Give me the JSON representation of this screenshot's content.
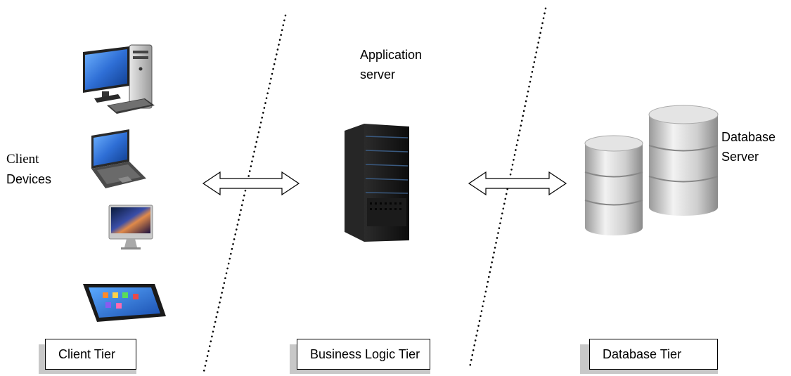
{
  "diagram": {
    "client": {
      "label_line1": "Client",
      "label_line2": "Devices",
      "devices": [
        {
          "icon": "desktop-computer-icon"
        },
        {
          "icon": "laptop-icon"
        },
        {
          "icon": "imac-icon"
        },
        {
          "icon": "tablet-icon"
        }
      ],
      "tier_label": "Client Tier"
    },
    "business": {
      "label_line1": "Application",
      "label_line2": "server",
      "icon": "server-tower-icon",
      "tier_label": "Business Logic Tier"
    },
    "database": {
      "label_line1": "Database",
      "label_line2": "Server",
      "icon": "database-cylinders-icon",
      "tier_label": "Database Tier"
    },
    "connectors": [
      {
        "from": "client",
        "to": "business",
        "type": "double-arrow"
      },
      {
        "from": "business",
        "to": "database",
        "type": "double-arrow"
      }
    ],
    "colors": {
      "screen_blue": "#2f6fd6",
      "server_black": "#151515",
      "db_silver": "#c9c9c9",
      "shadow_gray": "#c8c8c8"
    }
  }
}
